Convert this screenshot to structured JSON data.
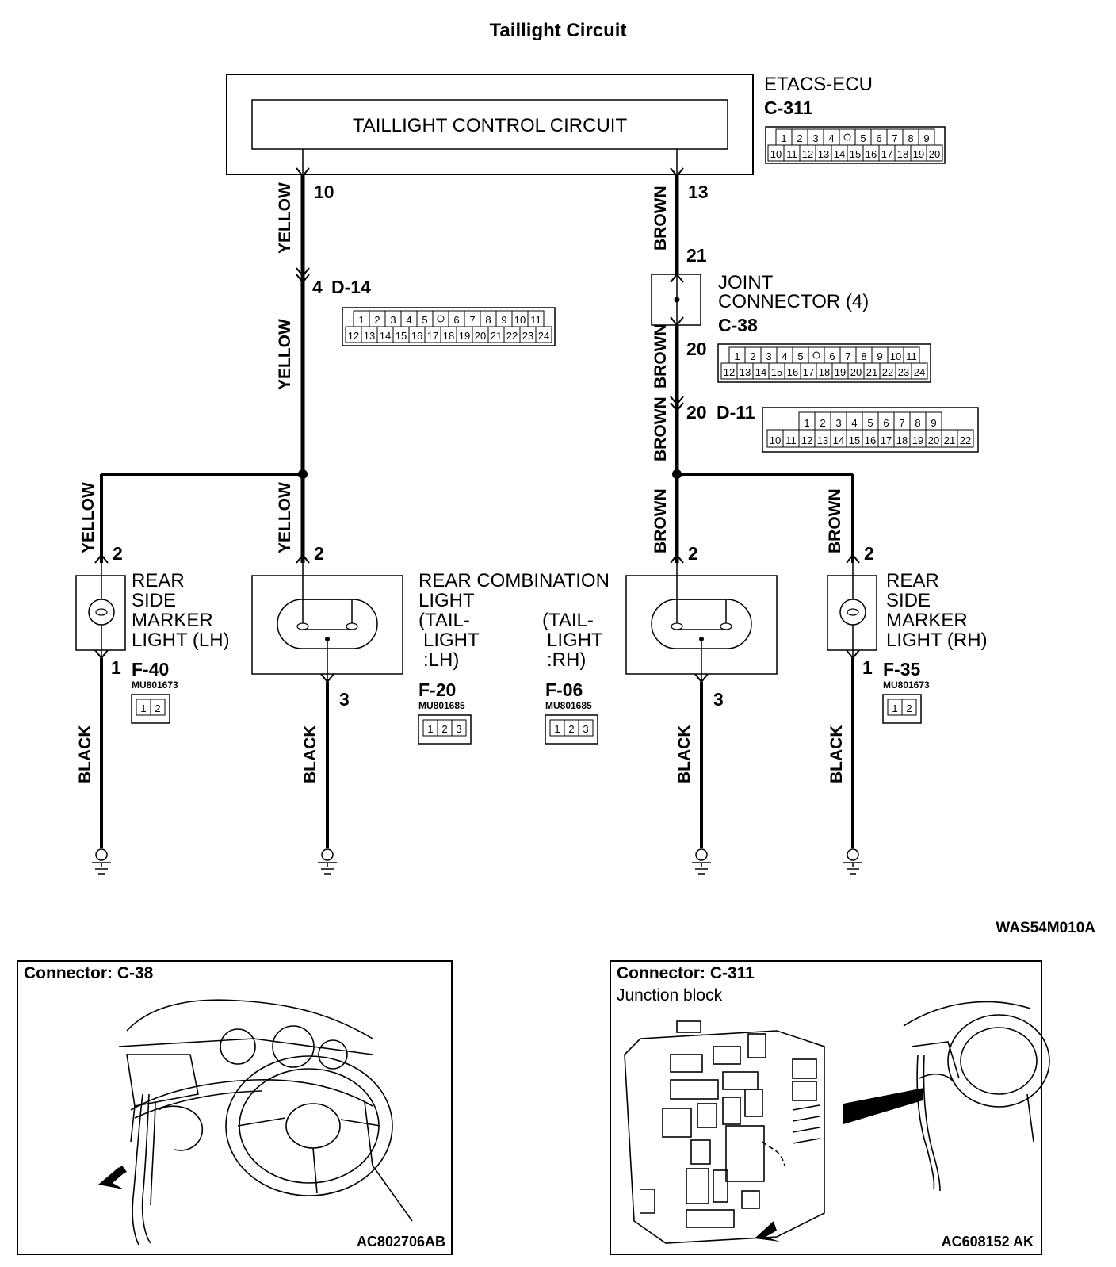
{
  "title": "Taillight Circuit",
  "ecu": {
    "name": "ETACS-ECU",
    "connector": "C-311",
    "block_label": "TAILLIGHT CONTROL CIRCUIT",
    "cells_top": [
      "1",
      "2",
      "3",
      "4",
      "",
      "5",
      "6",
      "7",
      "8",
      "9"
    ],
    "cells_bottom": [
      "10",
      "11",
      "12",
      "13",
      "14",
      "15",
      "16",
      "17",
      "18",
      "19",
      "20"
    ]
  },
  "pins": {
    "ecu_left": "10",
    "ecu_right": "13",
    "d14_pin": "4",
    "joint_in": "21",
    "joint_out": "20",
    "d11_pin": "20",
    "lh_marker_top": "2",
    "lh_marker_bottom": "1",
    "lh_tail_top": "2",
    "lh_tail_bottom": "3",
    "rh_tail_top": "2",
    "rh_tail_bottom": "3",
    "rh_marker_top": "2",
    "rh_marker_bottom": "1"
  },
  "wires": {
    "yellow": "YELLOW",
    "brown": "BROWN",
    "black": "BLACK"
  },
  "d14": {
    "name": "D-14",
    "top": [
      "1",
      "2",
      "3",
      "4",
      "5",
      "",
      "6",
      "7",
      "8",
      "9",
      "10",
      "11"
    ],
    "bottom": [
      "12",
      "13",
      "14",
      "15",
      "16",
      "17",
      "18",
      "19",
      "20",
      "21",
      "22",
      "23",
      "24"
    ]
  },
  "joint": {
    "line1": "JOINT",
    "line2": "CONNECTOR (4)",
    "connector": "C-38",
    "top": [
      "1",
      "2",
      "3",
      "4",
      "5",
      "",
      "6",
      "7",
      "8",
      "9",
      "10",
      "11"
    ],
    "bottom": [
      "12",
      "13",
      "14",
      "15",
      "16",
      "17",
      "18",
      "19",
      "20",
      "21",
      "22",
      "23",
      "24"
    ]
  },
  "d11": {
    "name": "D-11",
    "top": [
      "1",
      "2",
      "3",
      "4",
      "5",
      "6",
      "7",
      "8",
      "9"
    ],
    "bottom": [
      "10",
      "11",
      "12",
      "13",
      "14",
      "15",
      "16",
      "17",
      "18",
      "19",
      "20",
      "21",
      "22"
    ]
  },
  "lh_marker": {
    "lines": [
      "REAR",
      "SIDE",
      "MARKER",
      "LIGHT (LH)"
    ],
    "connector": "F-40",
    "part": "MU801673",
    "pins": [
      "1",
      "2"
    ]
  },
  "rh_marker": {
    "lines": [
      "REAR",
      "SIDE",
      "MARKER",
      "LIGHT (RH)"
    ],
    "connector": "F-35",
    "part": "MU801673",
    "pins": [
      "1",
      "2"
    ]
  },
  "combination": {
    "title": "REAR COMBINATION",
    "line2": "LIGHT",
    "lh_lines": [
      "(TAIL-",
      "LIGHT",
      ":LH)"
    ],
    "rh_lines": [
      "(TAIL-",
      "LIGHT",
      ":RH)"
    ],
    "lh_connector": "F-20",
    "rh_connector": "F-06",
    "part": "MU801685",
    "pins": [
      "1",
      "2",
      "3"
    ]
  },
  "figure_code": "WAS54M010A",
  "panel_left": {
    "title": "Connector: C-38",
    "code": "AC802706AB"
  },
  "panel_right": {
    "title": "Connector: C-311",
    "subtitle": "Junction block",
    "code": "AC608152 AK"
  }
}
